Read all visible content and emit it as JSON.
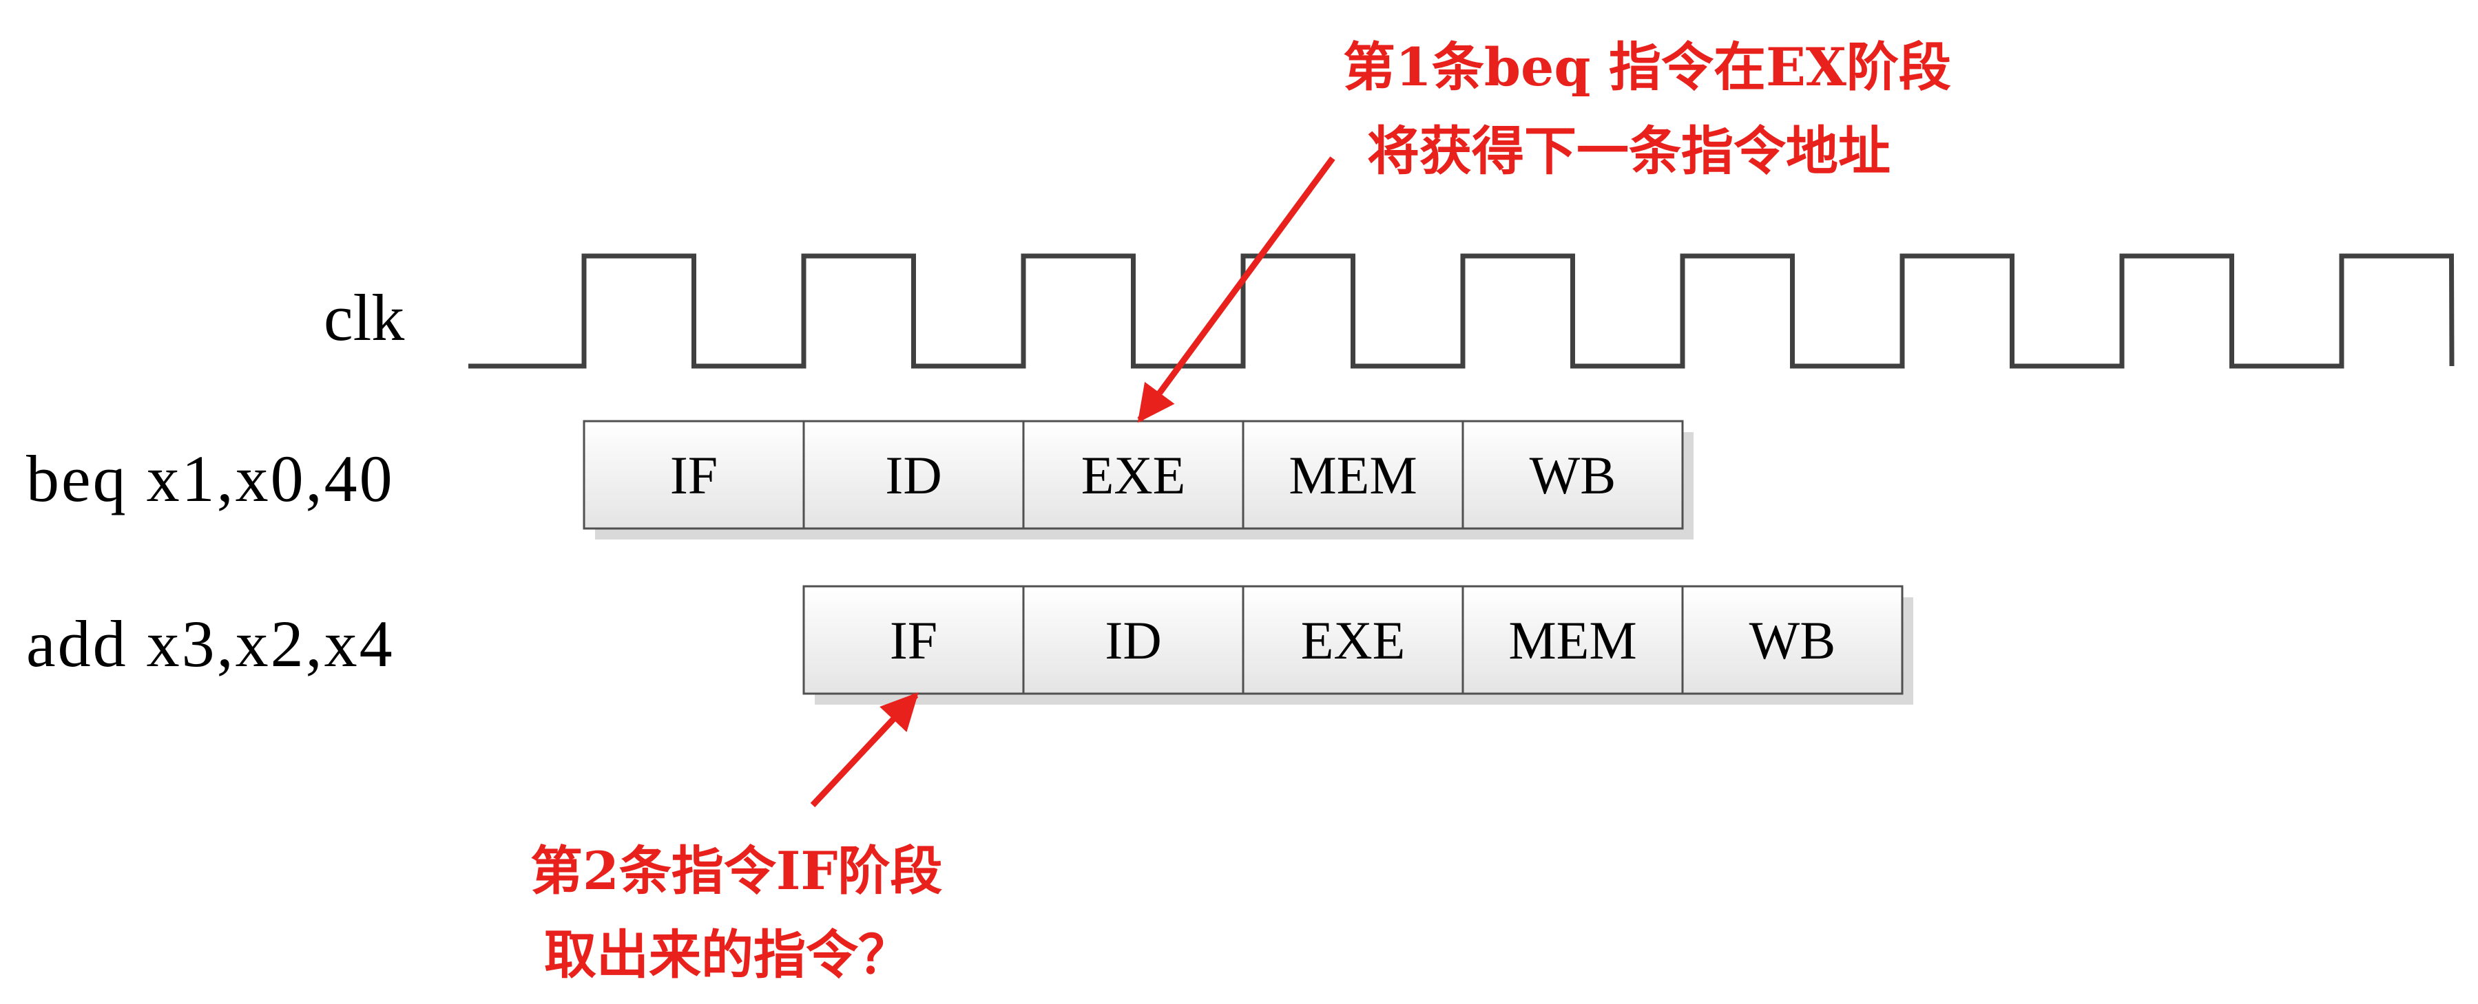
{
  "clock": {
    "label": "clk"
  },
  "stages": [
    "IF",
    "ID",
    "EXE",
    "MEM",
    "WB"
  ],
  "instructions": [
    {
      "label": "beq x1,x0,40",
      "start_cycle": 0,
      "stages": [
        "IF",
        "ID",
        "EXE",
        "MEM",
        "WB"
      ]
    },
    {
      "label": "add x3,x2,x4",
      "start_cycle": 1,
      "stages": [
        "IF",
        "ID",
        "EXE",
        "MEM",
        "WB"
      ]
    }
  ],
  "annotations": [
    {
      "lines": [
        "第1条beq 指令在EX阶段",
        "将获得下一条指令地址"
      ],
      "points_to": "beq-EXE"
    },
    {
      "lines": [
        "第2条指令IF阶段",
        "取出来的指令？"
      ],
      "points_to": "add-IF"
    }
  ],
  "colors": {
    "annotation": "#e8211c",
    "wave": "#404040",
    "box_border": "#505050",
    "box_fill_top": "#ffffff",
    "box_fill_bottom": "#e4e4e4",
    "shadow": "#d9d9d9"
  }
}
